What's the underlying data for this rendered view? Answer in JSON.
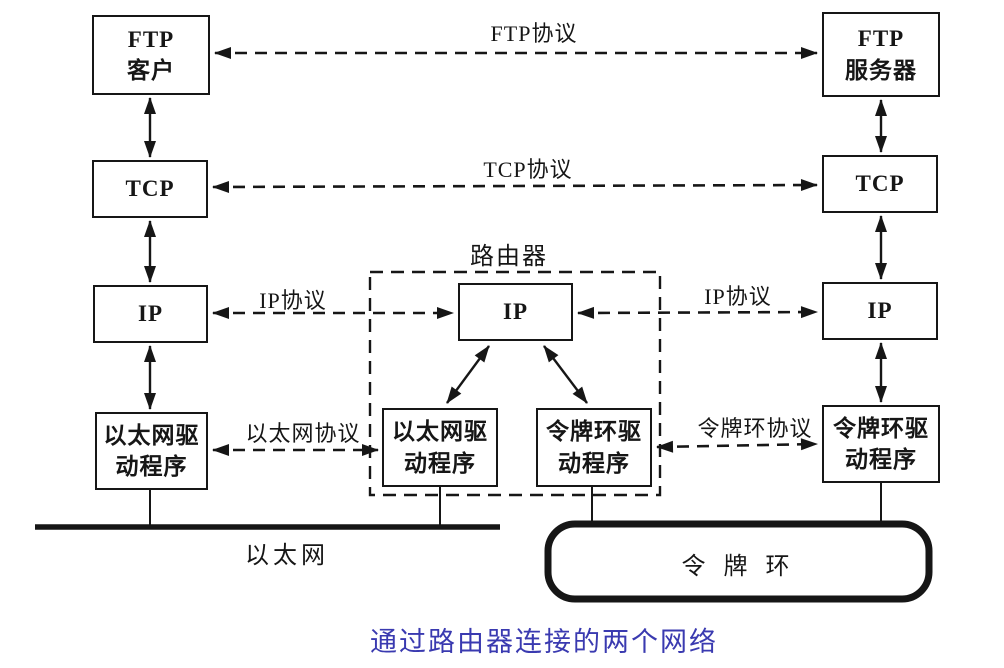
{
  "colors": {
    "line": "#161616",
    "caption": "#3a3ab0"
  },
  "stacks": {
    "left": {
      "ftp": "FTP\n客户",
      "tcp": "TCP",
      "ip": "IP",
      "driver": "以太网驱\n动程序"
    },
    "right": {
      "ftp": "FTP\n服务器",
      "tcp": "TCP",
      "ip": "IP",
      "driver": "令牌环驱\n动程序"
    },
    "router": {
      "label": "路由器",
      "ip": "IP",
      "eth_driver": "以太网驱\n动程序",
      "tr_driver": "令牌环驱\n动程序"
    }
  },
  "protocols": {
    "ftp": "FTP协议",
    "tcp": "TCP协议",
    "ip_left": "IP协议",
    "ip_right": "IP协议",
    "ethernet": "以太网协议",
    "token_ring": "令牌环协议"
  },
  "networks": {
    "ethernet": "以太网",
    "token_ring": "令 牌 环"
  },
  "caption": {
    "text": "通过路由器连接的两个网络"
  }
}
